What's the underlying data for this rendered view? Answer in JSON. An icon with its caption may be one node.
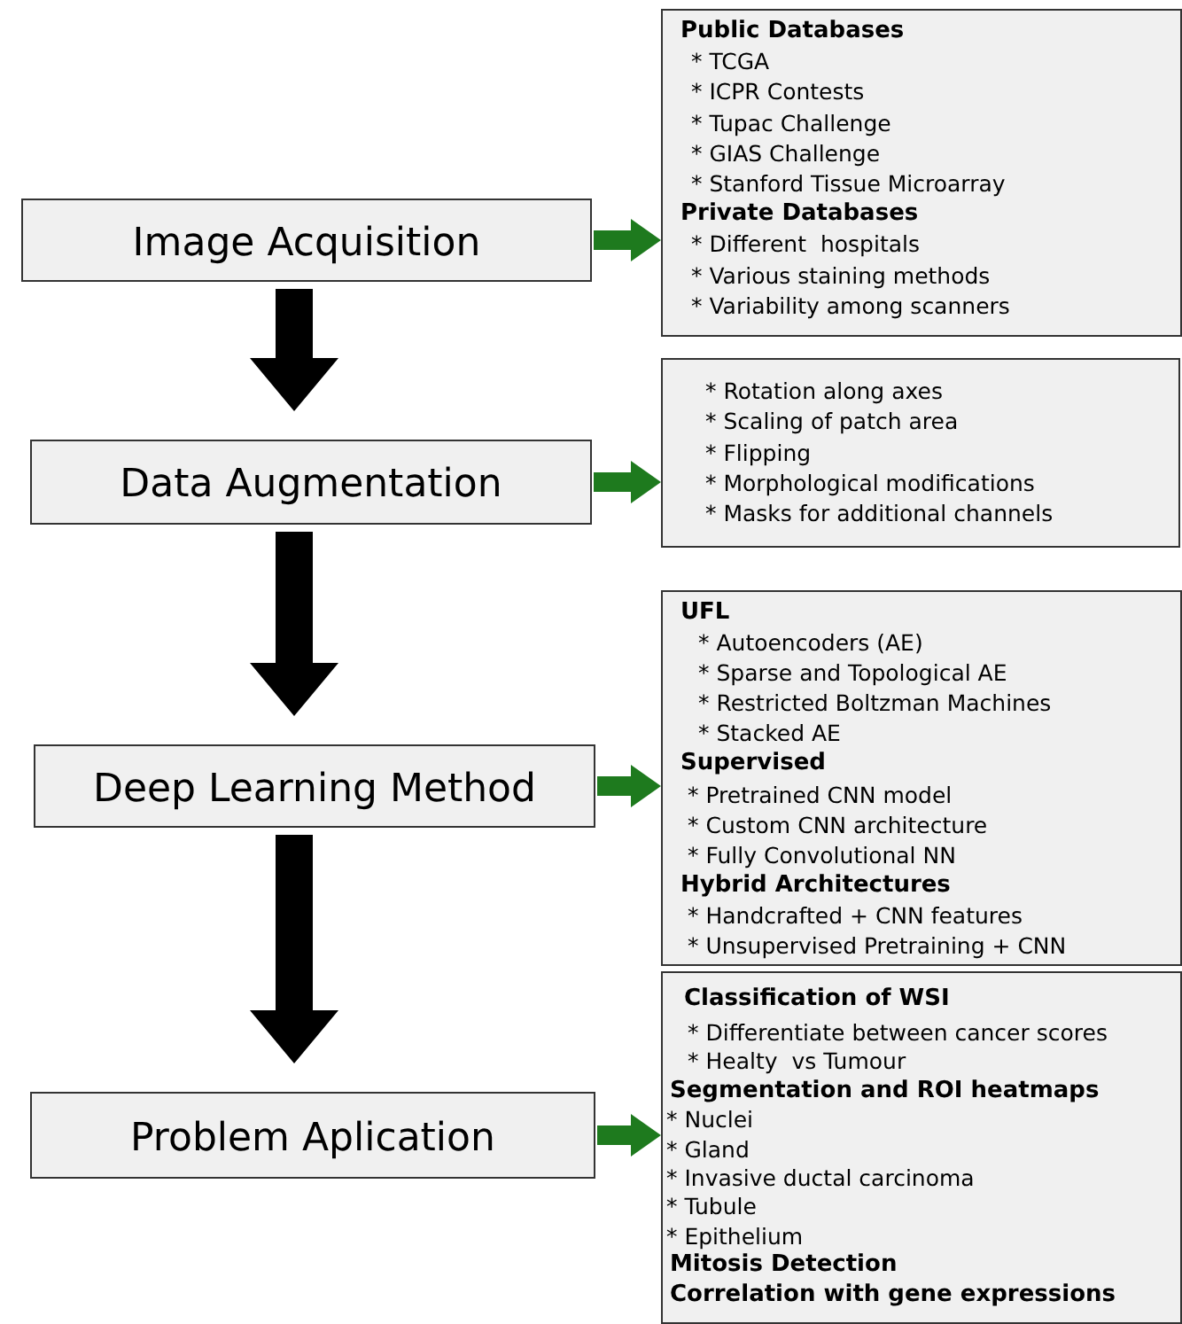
{
  "diagram": {
    "nodes": [
      {
        "text": [
          "Image Acquisition"
        ]
      },
      {
        "text": [
          "Public Databases",
          "* TCGA",
          "* ICPR Contests",
          "* Tupac Challenge",
          "* GIAS Challenge",
          "* Stanford Tissue Microarray",
          "Private Databases",
          "* Different  hospitals",
          "* Various staining methods",
          "* Variability among scanners"
        ]
      },
      {
        "text": [
          "Data Augmentation"
        ]
      },
      {
        "text": [
          "* Rotation along axes",
          "* Scaling of patch area",
          "* Flipping",
          "* Morphological modifications",
          "* Masks for additional channels"
        ]
      },
      {
        "text": [
          "Deep Learning Method"
        ]
      },
      {
        "text": [
          "UFL",
          "* Autoencoders (AE)",
          "* Sparse and Topological AE",
          "* Restricted Boltzman Machines",
          "* Stacked AE",
          "Supervised",
          "* Pretrained CNN model",
          "* Custom CNN architecture",
          "* Fully Convolutional NN",
          "Hybrid Architectures",
          "* Handcrafted + CNN features",
          "* Unsupervised Pretraining + CNN"
        ]
      },
      {
        "text": [
          "Problem Aplication"
        ]
      },
      {
        "text": [
          "Classification of WSI",
          "* Differentiate between cancer scores",
          "* Healty  vs Tumour",
          "Segmentation and ROI heatmaps",
          "* Nuclei",
          "* Gland",
          "* Invasive ductal carcinoma",
          "* Tubule",
          "* Epithelium",
          "Mitosis Detection",
          "Correlation with gene expressions"
        ]
      }
    ],
    "edges": [
      {
        "from": 0,
        "to": 2,
        "arrow": "to",
        "style": "thick",
        "color": "#000000"
      },
      {
        "from": 2,
        "to": 4,
        "arrow": "to",
        "style": "thick",
        "color": "#000000"
      },
      {
        "from": 4,
        "to": 6,
        "arrow": "to",
        "style": "thick",
        "color": "#000000"
      },
      {
        "from": 0,
        "to": 1,
        "arrow": "to"
      },
      {
        "from": 2,
        "to": 3,
        "arrow": "to"
      },
      {
        "from": 4,
        "to": 5,
        "arrow": "to"
      },
      {
        "from": 6,
        "to": 7,
        "arrow": "to"
      }
    ]
  }
}
